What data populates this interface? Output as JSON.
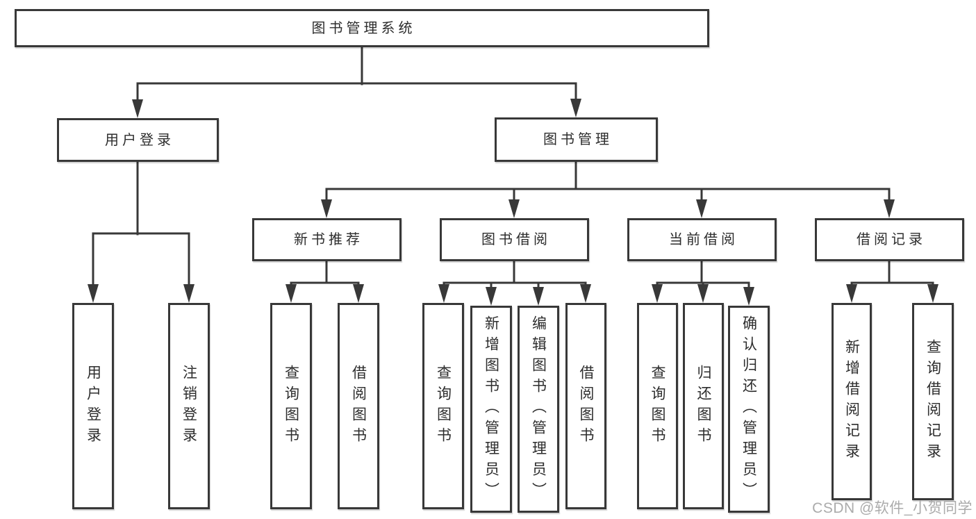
{
  "tree": {
    "label": "图书管理系统",
    "children": [
      {
        "label": "用户登录",
        "children": [
          {
            "label": "用户登录"
          },
          {
            "label": "注销登录"
          }
        ]
      },
      {
        "label": "图书管理",
        "children": [
          {
            "label": "新书推荐",
            "children": [
              {
                "label": "查询图书"
              },
              {
                "label": "借阅图书"
              }
            ]
          },
          {
            "label": "图书借阅",
            "children": [
              {
                "label": "查询图书"
              },
              {
                "label": "新增图书（管理员）"
              },
              {
                "label": "编辑图书（管理员）"
              },
              {
                "label": "借阅图书"
              }
            ]
          },
          {
            "label": "当前借阅",
            "children": [
              {
                "label": "查询图书"
              },
              {
                "label": "归还图书"
              },
              {
                "label": "确认归还（管理员）"
              }
            ]
          },
          {
            "label": "借阅记录",
            "children": [
              {
                "label": "新增借阅记录"
              },
              {
                "label": "查询借阅记录"
              }
            ]
          }
        ]
      }
    ]
  },
  "watermark": {
    "text": "CSDN @软件_小贺同学"
  },
  "colors": {
    "line": "#383838",
    "box_border": "#383838",
    "text": "#2d2d2d",
    "watermark": "#ababab",
    "background": "#ffffff"
  }
}
